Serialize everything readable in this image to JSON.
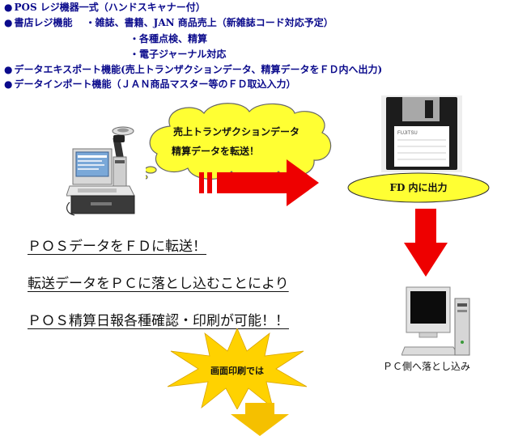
{
  "features": [
    {
      "bullet": "●",
      "text": "POS レジ機器一式（ハンドスキャナー付）"
    },
    {
      "bullet": "●",
      "text": "書店レジ機能　 ・雑誌、書籍、JAN 商品売上（新雑誌コード対応予定）"
    },
    {
      "bullet": "",
      "text": "・各種点検、精算"
    },
    {
      "bullet": "",
      "text": "・電子ジャーナル対応"
    },
    {
      "bullet": "●",
      "text": "データエキスポート機能(売上トランザクションデータ、精算データをＦＤ内へ出力)"
    },
    {
      "bullet": "●",
      "text": "データインポート機能（ＪＡＮ商品マスター等のＦＤ取込入力）"
    }
  ],
  "cloud": {
    "line1": "売上トランザクションデータ",
    "line2": "精算データを転送！"
  },
  "fd_label": "FD 内に出力",
  "floppy_brand": "FUJITSU",
  "statements": [
    "ＰＯＳデータをＦＤに転送！",
    "転送データをＰＣに落とし込むことにより",
    "ＰＯＳ精算日報各種確認・印刷が可能！！"
  ],
  "burst_text": "画面印刷では",
  "pc_label": "ＰＣ側へ落とし込み",
  "colors": {
    "blue_text": "#0b0b8c",
    "cloud_fill": "#ffff33",
    "arrow_red": "#ee0000",
    "burst_yellow": "#ffd200",
    "down_arrow_yellow": "#f5c000"
  }
}
